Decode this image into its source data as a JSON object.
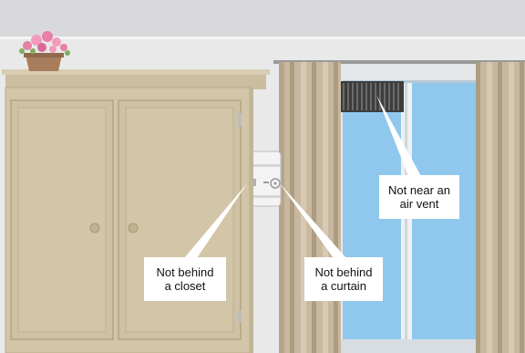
{
  "callouts": {
    "closet": {
      "line1": "Not behind",
      "line2": "a closet"
    },
    "curtain": {
      "line1": "Not behind",
      "line2": "a curtain"
    },
    "vent": {
      "line1": "Not near an",
      "line2": "air vent"
    }
  },
  "colors": {
    "wall": "#e9e9ea",
    "ceiling_band": "#d6d6d8",
    "cabinet": "#d3c5a8",
    "cabinet_edge": "#b9a987",
    "curtain": "#c8b8a0",
    "curtain_shadow": "#ab9a80",
    "sky": "#8fc8ec",
    "window_frame": "#eef1f3",
    "vent": "#4a4a4a",
    "device": "#f2f2f2",
    "flowers": "#e77fa6"
  },
  "icons": [
    "flower-pot-icon",
    "air-purifier-device-icon",
    "air-vent-icon"
  ]
}
